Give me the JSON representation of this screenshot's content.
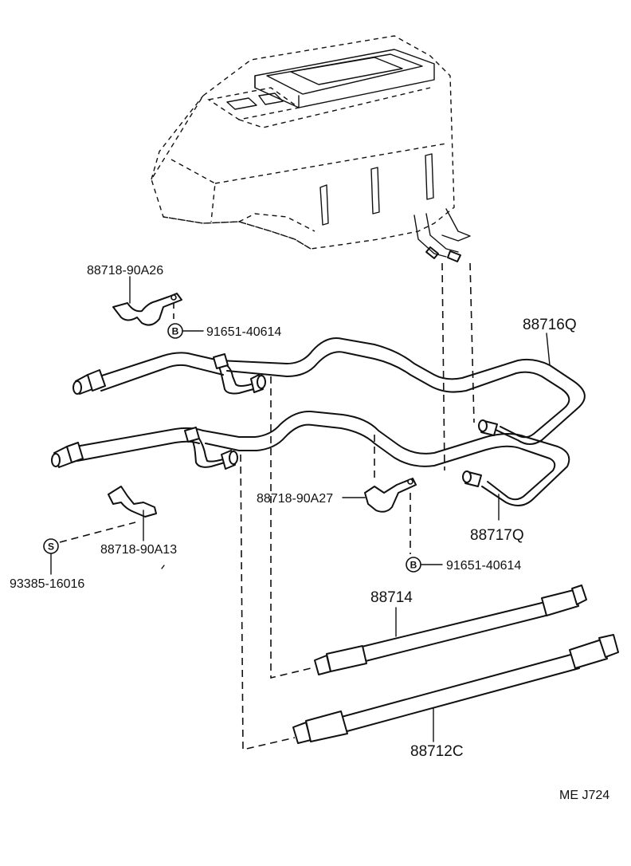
{
  "labels": {
    "bracket_upper": "88718-90A26",
    "bolt_upper": "91651-40614",
    "tube_upper": "88716Q",
    "tube_lower": "88717Q",
    "bracket_middle": "88718-90A27",
    "bolt_lower": "91651-40614",
    "bracket_lower": "88718-90A13",
    "clip": "93385-16016",
    "hose_short": "88714",
    "hose_long": "88712C",
    "sheet_code": "ME  J724"
  },
  "symbols": {
    "bolt_symbol": "B",
    "clip_symbol": "S"
  }
}
